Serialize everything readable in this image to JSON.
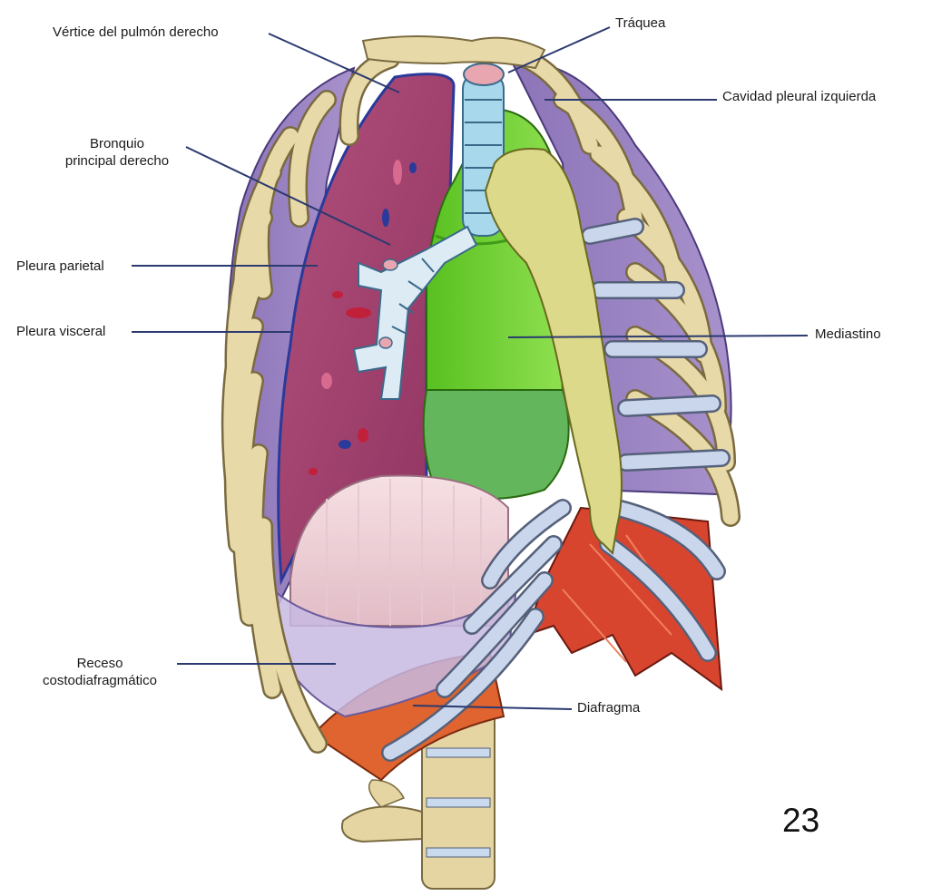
{
  "labels": {
    "apex": "Vértice del pulmón derecho",
    "trachea": "Tráquea",
    "left_pleural_cavity": "Cavidad pleural izquierda",
    "bronchus_line1": "Bronquio",
    "bronchus_line2": "principal derecho",
    "parietal_pleura": "Pleura parietal",
    "visceral_pleura": "Pleura visceral",
    "mediastinum": "Mediastino",
    "recess_line1": "Receso",
    "recess_line2": "costodiafragmático",
    "diaphragm": "Diafragma"
  },
  "page_number": "23",
  "colors": {
    "lung": "#a6446f",
    "pleural_cavity": "#9a7fc0",
    "mediastinum": "#6ad030",
    "heart": "#63b65c",
    "ribs": "#e8d9a8",
    "costal_cartilage": "#c9d6ec",
    "sternum": "#dcd98a",
    "diaphragm_muscle": "#d8452f",
    "trachea": "#a8d8ec"
  }
}
